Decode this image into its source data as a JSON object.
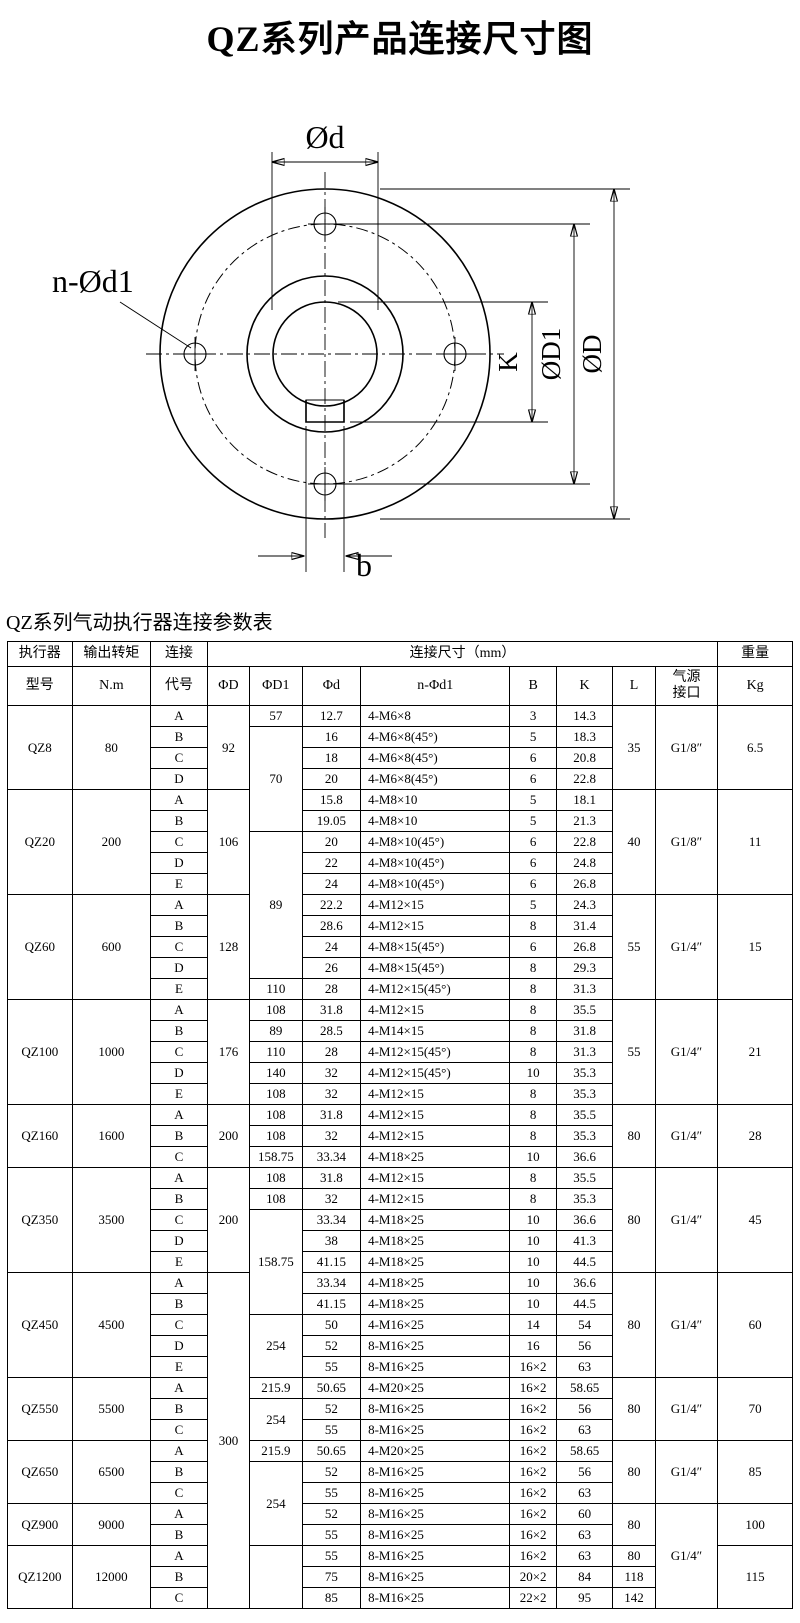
{
  "page_title": "QZ系列产品连接尺寸图",
  "table_title": "QZ系列气动执行器连接参数表",
  "diagram_labels": {
    "d": "Ød",
    "n_d1": "n-Ød1",
    "k": "K",
    "d1": "ØD1",
    "D": "ØD",
    "b": "b"
  },
  "table": {
    "header": {
      "row1": [
        {
          "t": "执行器"
        },
        {
          "t": "输出转矩"
        },
        {
          "t": "连接"
        },
        {
          "t": "连接尺寸（mm）",
          "cs": 8
        },
        {
          "t": "重量"
        }
      ],
      "row2": [
        {
          "t": "型号"
        },
        {
          "t": "N.m"
        },
        {
          "t": "代号"
        },
        {
          "t": "ΦD"
        },
        {
          "t": "ΦD1"
        },
        {
          "t": "Φd"
        },
        {
          "t": "n-Φd1"
        },
        {
          "t": "B"
        },
        {
          "t": "K"
        },
        {
          "t": "L"
        },
        {
          "t": "气源\n接口"
        },
        {
          "t": "Kg"
        }
      ]
    },
    "rows": [
      {
        "m": {
          "t": "QZ8",
          "rs": 4
        },
        "tq": {
          "t": "80",
          "rs": 4
        },
        "c": "A",
        "D": {
          "t": "92",
          "rs": 4
        },
        "D1": "57",
        "d": "12.7",
        "nd1": "4-M6×8",
        "B": "3",
        "K": "14.3",
        "L": {
          "t": "35",
          "rs": 4
        },
        "p": {
          "t": "G1/8″",
          "rs": 4
        },
        "kg": {
          "t": "6.5",
          "rs": 4
        }
      },
      {
        "c": "B",
        "D1": {
          "t": "70",
          "rs": 5
        },
        "d": "16",
        "nd1": "4-M6×8(45°)",
        "B": "5",
        "K": "18.3"
      },
      {
        "c": "C",
        "d": "18",
        "nd1": "4-M6×8(45°)",
        "B": "6",
        "K": "20.8"
      },
      {
        "c": "D",
        "d": "20",
        "nd1": "4-M6×8(45°)",
        "B": "6",
        "K": "22.8"
      },
      {
        "m": {
          "t": "QZ20",
          "rs": 5
        },
        "tq": {
          "t": "200",
          "rs": 5
        },
        "c": "A",
        "D": {
          "t": "106",
          "rs": 5
        },
        "d": "15.8",
        "nd1": "4-M8×10",
        "B": "5",
        "K": "18.1",
        "L": {
          "t": "40",
          "rs": 5
        },
        "p": {
          "t": "G1/8″",
          "rs": 5
        },
        "kg": {
          "t": "11",
          "rs": 5
        }
      },
      {
        "c": "B",
        "d": "19.05",
        "nd1": "4-M8×10",
        "B": "5",
        "K": "21.3"
      },
      {
        "c": "C",
        "D1": {
          "t": "89",
          "rs": 7
        },
        "d": "20",
        "nd1": "4-M8×10(45°)",
        "B": "6",
        "K": "22.8"
      },
      {
        "c": "D",
        "d": "22",
        "nd1": "4-M8×10(45°)",
        "B": "6",
        "K": "24.8"
      },
      {
        "c": "E",
        "d": "24",
        "nd1": "4-M8×10(45°)",
        "B": "6",
        "K": "26.8"
      },
      {
        "m": {
          "t": "QZ60",
          "rs": 5
        },
        "tq": {
          "t": "600",
          "rs": 5
        },
        "c": "A",
        "D": {
          "t": "128",
          "rs": 5
        },
        "d": "22.2",
        "nd1": "4-M12×15",
        "B": "5",
        "K": "24.3",
        "L": {
          "t": "55",
          "rs": 5
        },
        "p": {
          "t": "G1/4″",
          "rs": 5
        },
        "kg": {
          "t": "15",
          "rs": 5
        }
      },
      {
        "c": "B",
        "d": "28.6",
        "nd1": "4-M12×15",
        "B": "8",
        "K": "31.4"
      },
      {
        "c": "C",
        "d": "24",
        "nd1": "4-M8×15(45°)",
        "B": "6",
        "K": "26.8"
      },
      {
        "c": "D",
        "d": "26",
        "nd1": "4-M8×15(45°)",
        "B": "8",
        "K": "29.3"
      },
      {
        "c": "E",
        "D1": "110",
        "d": "28",
        "nd1": "4-M12×15(45°)",
        "B": "8",
        "K": "31.3"
      },
      {
        "m": {
          "t": "QZ100",
          "rs": 5
        },
        "tq": {
          "t": "1000",
          "rs": 5
        },
        "c": "A",
        "D": {
          "t": "176",
          "rs": 5
        },
        "D1": "108",
        "d": "31.8",
        "nd1": "4-M12×15",
        "B": "8",
        "K": "35.5",
        "L": {
          "t": "55",
          "rs": 5
        },
        "p": {
          "t": "G1/4″",
          "rs": 5
        },
        "kg": {
          "t": "21",
          "rs": 5
        }
      },
      {
        "c": "B",
        "D1": "89",
        "d": "28.5",
        "nd1": "4-M14×15",
        "B": "8",
        "K": "31.8"
      },
      {
        "c": "C",
        "D1": "110",
        "d": "28",
        "nd1": "4-M12×15(45°)",
        "B": "8",
        "K": "31.3"
      },
      {
        "c": "D",
        "D1": "140",
        "d": "32",
        "nd1": "4-M12×15(45°)",
        "B": "10",
        "K": "35.3"
      },
      {
        "c": "E",
        "D1": "108",
        "d": "32",
        "nd1": "4-M12×15",
        "B": "8",
        "K": "35.3"
      },
      {
        "m": {
          "t": "QZ160",
          "rs": 3
        },
        "tq": {
          "t": "1600",
          "rs": 3
        },
        "c": "A",
        "D": {
          "t": "200",
          "rs": 3
        },
        "D1": "108",
        "d": "31.8",
        "nd1": "4-M12×15",
        "B": "8",
        "K": "35.5",
        "L": {
          "t": "80",
          "rs": 3
        },
        "p": {
          "t": "G1/4″",
          "rs": 3
        },
        "kg": {
          "t": "28",
          "rs": 3
        }
      },
      {
        "c": "B",
        "D1": "108",
        "d": "32",
        "nd1": "4-M12×15",
        "B": "8",
        "K": "35.3"
      },
      {
        "c": "C",
        "D1": "158.75",
        "d": "33.34",
        "nd1": "4-M18×25",
        "B": "10",
        "K": "36.6"
      },
      {
        "m": {
          "t": "QZ350",
          "rs": 5
        },
        "tq": {
          "t": "3500",
          "rs": 5
        },
        "c": "A",
        "D": {
          "t": "200",
          "rs": 5
        },
        "D1": "108",
        "d": "31.8",
        "nd1": "4-M12×15",
        "B": "8",
        "K": "35.5",
        "L": {
          "t": "80",
          "rs": 5
        },
        "p": {
          "t": "G1/4″",
          "rs": 5
        },
        "kg": {
          "t": "45",
          "rs": 5
        }
      },
      {
        "c": "B",
        "D1": "108",
        "d": "32",
        "nd1": "4-M12×15",
        "B": "8",
        "K": "35.3"
      },
      {
        "c": "C",
        "D1": {
          "t": "158.75",
          "rs": 5
        },
        "d": "33.34",
        "nd1": "4-M18×25",
        "B": "10",
        "K": "36.6"
      },
      {
        "c": "D",
        "d": "38",
        "nd1": "4-M18×25",
        "B": "10",
        "K": "41.3"
      },
      {
        "c": "E",
        "d": "41.15",
        "nd1": "4-M18×25",
        "B": "10",
        "K": "44.5"
      },
      {
        "m": {
          "t": "QZ450",
          "rs": 5
        },
        "tq": {
          "t": "4500",
          "rs": 5
        },
        "c": "A",
        "D": {
          "t": "300",
          "rs": 16
        },
        "d": "33.34",
        "nd1": "4-M18×25",
        "B": "10",
        "K": "36.6",
        "L": {
          "t": "80",
          "rs": 5
        },
        "p": {
          "t": "G1/4″",
          "rs": 5
        },
        "kg": {
          "t": "60",
          "rs": 5
        }
      },
      {
        "c": "B",
        "d": "41.15",
        "nd1": "4-M18×25",
        "B": "10",
        "K": "44.5"
      },
      {
        "c": "C",
        "D1": {
          "t": "254",
          "rs": 3
        },
        "d": "50",
        "nd1": "4-M16×25",
        "B": "14",
        "K": "54"
      },
      {
        "c": "D",
        "d": "52",
        "nd1": "8-M16×25",
        "B": "16",
        "K": "56"
      },
      {
        "c": "E",
        "d": "55",
        "nd1": "8-M16×25",
        "B": "16×2",
        "K": "63"
      },
      {
        "m": {
          "t": "QZ550",
          "rs": 3
        },
        "tq": {
          "t": "5500",
          "rs": 3
        },
        "c": "A",
        "D1": "215.9",
        "d": "50.65",
        "nd1": "4-M20×25",
        "B": "16×2",
        "K": "58.65",
        "L": {
          "t": "80",
          "rs": 3
        },
        "p": {
          "t": "G1/4″",
          "rs": 3
        },
        "kg": {
          "t": "70",
          "rs": 3
        }
      },
      {
        "c": "B",
        "D1": {
          "t": "254",
          "rs": 2
        },
        "d": "52",
        "nd1": "8-M16×25",
        "B": "16×2",
        "K": "56"
      },
      {
        "c": "C",
        "d": "55",
        "nd1": "8-M16×25",
        "B": "16×2",
        "K": "63"
      },
      {
        "m": {
          "t": "QZ650",
          "rs": 3
        },
        "tq": {
          "t": "6500",
          "rs": 3
        },
        "c": "A",
        "D1": "215.9",
        "d": "50.65",
        "nd1": "4-M20×25",
        "B": "16×2",
        "K": "58.65",
        "L": {
          "t": "80",
          "rs": 3
        },
        "p": {
          "t": "G1/4″",
          "rs": 3
        },
        "kg": {
          "t": "85",
          "rs": 3
        }
      },
      {
        "c": "B",
        "D1": {
          "t": "254",
          "rs": 4
        },
        "d": "52",
        "nd1": "8-M16×25",
        "B": "16×2",
        "K": "56"
      },
      {
        "c": "C",
        "d": "55",
        "nd1": "8-M16×25",
        "B": "16×2",
        "K": "63"
      },
      {
        "m": {
          "t": "QZ900",
          "rs": 2
        },
        "tq": {
          "t": "9000",
          "rs": 2
        },
        "c": "A",
        "d": "52",
        "nd1": "8-M16×25",
        "B": "16×2",
        "K": "60",
        "L": {
          "t": "80",
          "rs": 2
        },
        "p": {
          "t": "G1/4″",
          "rs": 5
        },
        "kg": {
          "t": "100",
          "rs": 2
        }
      },
      {
        "c": "B",
        "d": "55",
        "nd1": "8-M16×25",
        "B": "16×2",
        "K": "63"
      },
      {
        "m": {
          "t": "QZ1200",
          "rs": 3
        },
        "tq": {
          "t": "12000",
          "rs": 3
        },
        "c": "A",
        "D1": {
          "t": "",
          "rs": 3
        },
        "d": "55",
        "nd1": "8-M16×25",
        "B": "16×2",
        "K": "63",
        "L": "80",
        "kg": {
          "t": "115",
          "rs": 3
        }
      },
      {
        "c": "B",
        "d": "75",
        "nd1": "8-M16×25",
        "B": "20×2",
        "K": "84",
        "L": "118"
      },
      {
        "c": "C",
        "d": "85",
        "nd1": "8-M16×25",
        "B": "22×2",
        "K": "95",
        "L": "142"
      }
    ]
  }
}
